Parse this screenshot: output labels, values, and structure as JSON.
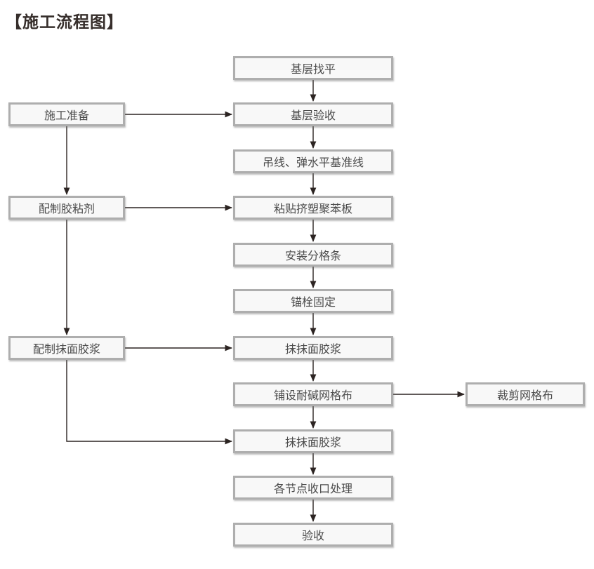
{
  "title": "【施工流程图】",
  "flowchart": {
    "main_steps": [
      "基层找平",
      "基层验收",
      "吊线、弹水平基准线",
      "粘贴挤塑聚苯板",
      "安装分格条",
      "锚栓固定",
      "抹抹面胶浆",
      "铺设耐碱网格布",
      "抹抹面胶浆",
      "各节点收口处理",
      "验收"
    ],
    "left_steps": [
      {
        "label": "施工准备"
      },
      {
        "label": "配制胶粘剂"
      },
      {
        "label": "配制抹面胶浆"
      }
    ],
    "right_steps": [
      {
        "label": "裁剪网格布"
      }
    ],
    "connections": [
      "基层找平 → 基层验收",
      "基层验收 → 吊线、弹水平基准线",
      "吊线、弹水平基准线 → 粘贴挤塑聚苯板",
      "粘贴挤塑聚苯板 → 安装分格条",
      "安装分格条 → 锚栓固定",
      "锚栓固定 → 抹抹面胶浆",
      "抹抹面胶浆 → 铺设耐碱网格布",
      "铺设耐碱网格布 → 抹抹面胶浆",
      "抹抹面胶浆 → 各节点收口处理",
      "各节点收口处理 → 验收",
      "施工准备 → 基层验收",
      "施工准备 → 配制胶粘剂",
      "配制胶粘剂 → 粘贴挤塑聚苯板",
      "配制胶粘剂 → 配制抹面胶浆",
      "配制抹面胶浆 → 抹抹面胶浆(第一次)",
      "配制抹面胶浆 → 抹抹面胶浆(第二次)",
      "铺设耐碱网格布 → 裁剪网格布"
    ],
    "colors": {
      "box_border": "#aeaeae",
      "box_fill": "#f8f8f8",
      "box_text": "#4c4c4c",
      "arrow": "#2c2422",
      "title_text": "#362e2b",
      "background": "#ffffff"
    }
  }
}
